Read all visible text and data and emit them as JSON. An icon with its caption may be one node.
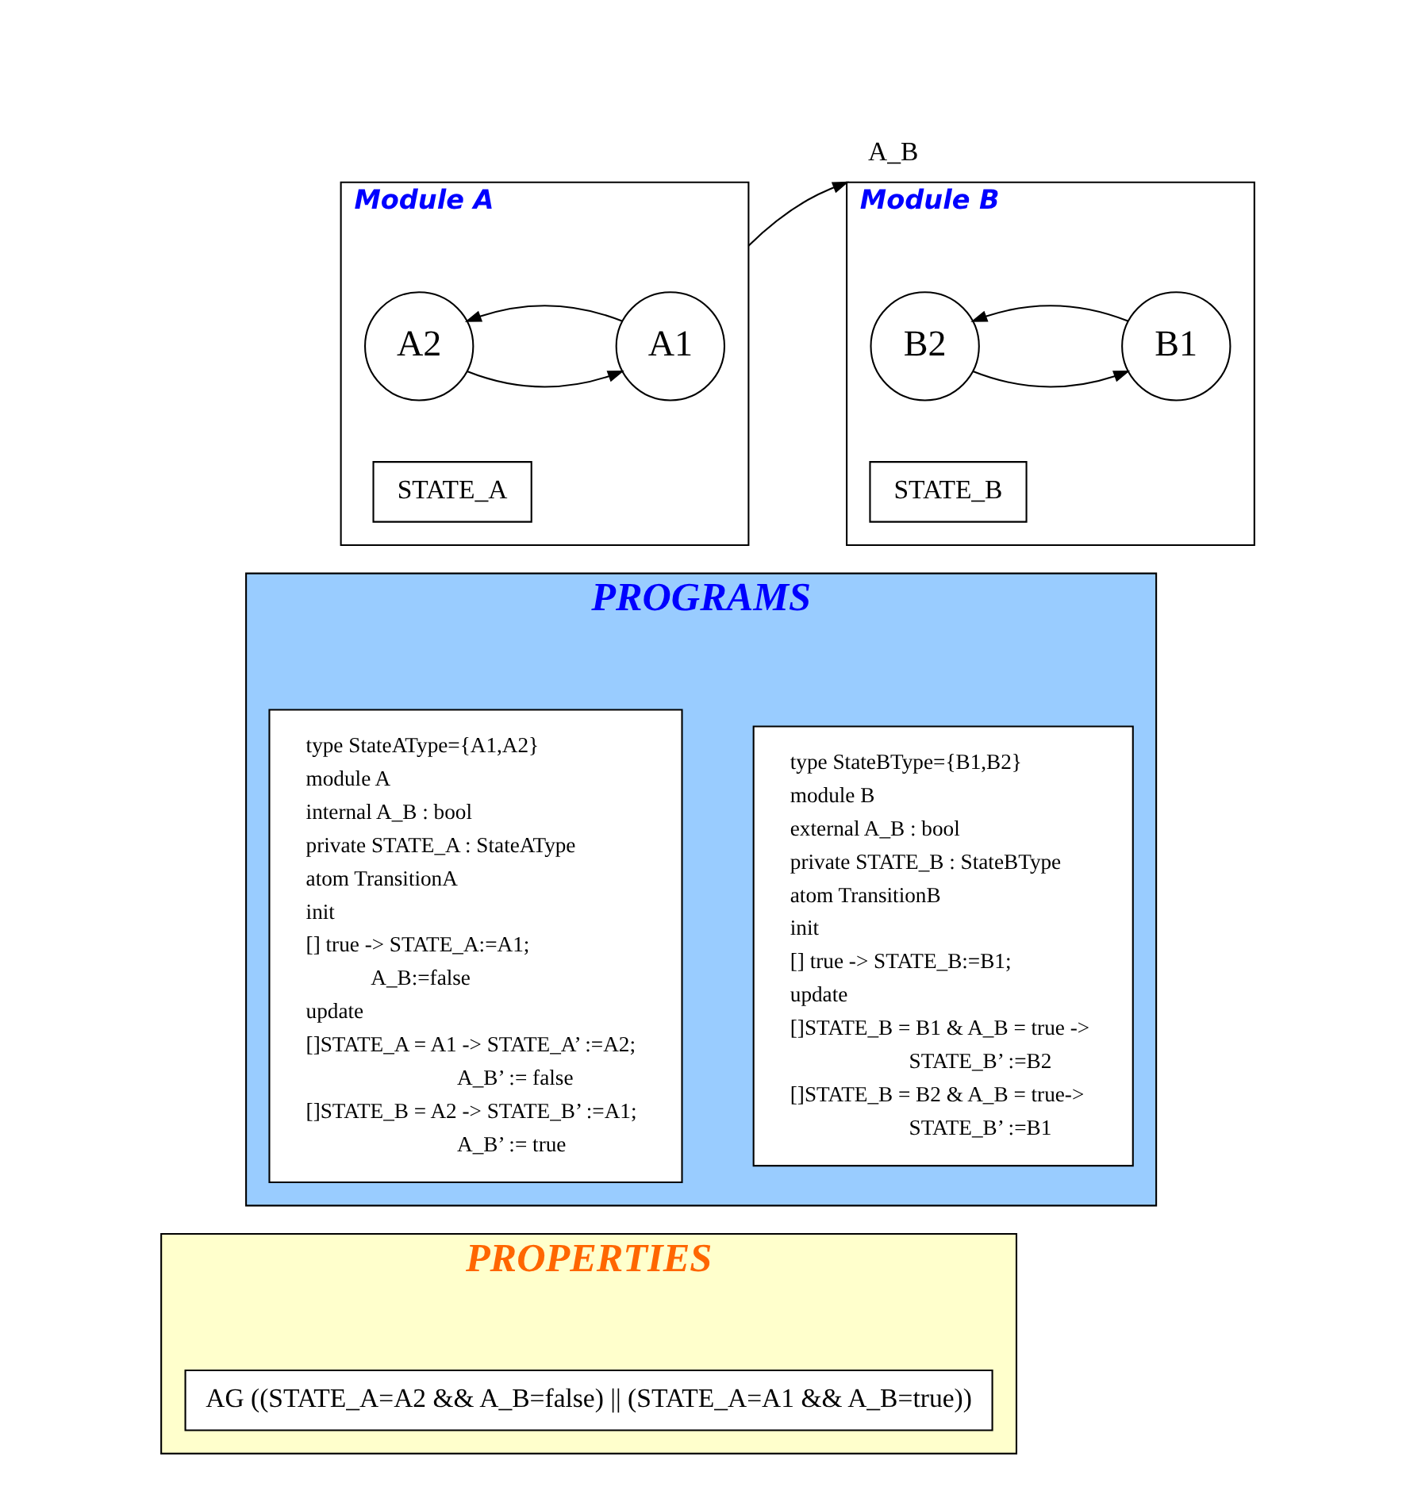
{
  "diagram": {
    "nodes": [
      {
        "text": [
          "Module A"
        ]
      },
      {
        "text": [
          "A1"
        ],
        "in": 0
      },
      {
        "text": [
          "A2"
        ],
        "in": 0
      },
      {
        "text": [
          "STATE_A"
        ],
        "in": 0
      },
      {
        "text": [
          "Module B"
        ]
      },
      {
        "text": [
          "B1"
        ],
        "in": 4
      },
      {
        "text": [
          "B2"
        ],
        "in": 4
      },
      {
        "text": [
          "STATE_B"
        ],
        "in": 4
      },
      {
        "text": [
          "PROGRAMS"
        ]
      },
      {
        "text": [
          "type StateAType={A1,A2}",
          "module A",
          "internal A_B : bool",
          "private STATE_A : StateAType",
          "atom TransitionA",
          "init",
          "[] true -> STATE_A:=A1;",
          "A_B:=false",
          "update",
          "[]STATE_A = A1 -> STATE_A’ :=A2;",
          "A_B’ := false",
          "[]STATE_B = A2 -> STATE_B’ :=A1;",
          "A_B’ := true"
        ],
        "in": 8
      },
      {
        "text": [
          "type StateBType={B1,B2}",
          "module B",
          "external A_B : bool",
          "private STATE_B : StateBType",
          "atom TransitionB",
          "init",
          "[] true -> STATE_B:=B1;",
          "update",
          "[]STATE_B = B1 & A_B = true ->",
          "STATE_B’ :=B2",
          "[]STATE_B = B2 & A_B = true->",
          "STATE_B’ :=B1"
        ],
        "in": 8
      },
      {
        "text": [
          "PROPERTIES"
        ]
      },
      {
        "text": [
          "AG ((STATE_A=A2 && A_B=false) || (STATE_A=A1 && A_B=true))"
        ],
        "in": 11
      }
    ],
    "edges": [
      {
        "from": 2,
        "to": 1,
        "arrow": "to"
      },
      {
        "from": 1,
        "to": 2,
        "arrow": "to"
      },
      {
        "from": 0,
        "to": 4,
        "arrow": "to",
        "label": "A_B"
      },
      {
        "from": 6,
        "to": 5,
        "arrow": "to"
      },
      {
        "from": 5,
        "to": 6,
        "arrow": "to"
      }
    ]
  }
}
